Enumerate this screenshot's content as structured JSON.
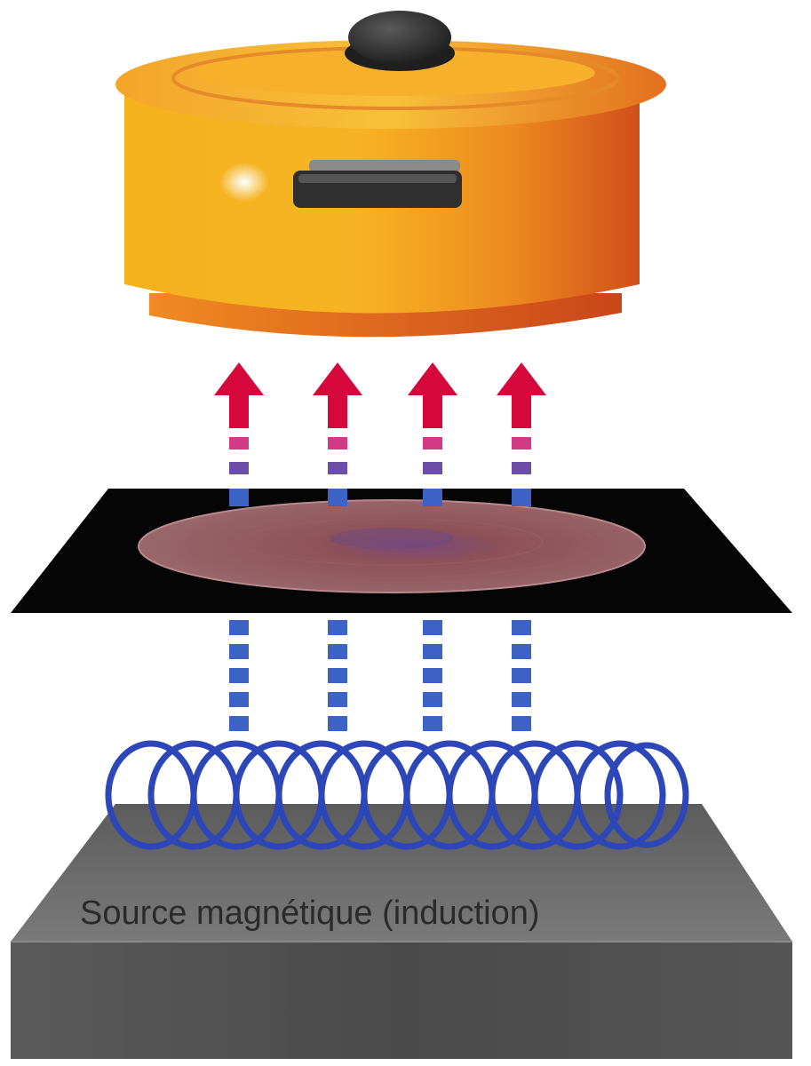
{
  "diagram": {
    "base_label": "Source magnétique (induction)",
    "colors": {
      "pot_body": "#f2a81e",
      "pot_body_shadow": "#d0561c",
      "pot_lid": "#f7b92e",
      "lid_knob": "#2b2b2b",
      "handle": "#2f2f2f",
      "heat_arrow": "#d6083b",
      "heat_dash_top": "#d23a86",
      "heat_dash_mid": "#6d4ea7",
      "field_dash": "#3e63c6",
      "cooktop_plate": "#050505",
      "cooking_zone": "#8e4f56",
      "coil": "#2d46b8",
      "base_top": "#6a6a6a",
      "base_front": "#4c4c4c"
    },
    "components": [
      {
        "name": "pot",
        "icon": "cooking-pot-icon"
      },
      {
        "name": "heat-arrows",
        "count": 4
      },
      {
        "name": "cooktop-plate"
      },
      {
        "name": "magnetic-field-lines",
        "count": 4
      },
      {
        "name": "induction-coil",
        "icon": "coil-spring-icon",
        "loops": 12
      },
      {
        "name": "base-block"
      }
    ]
  }
}
